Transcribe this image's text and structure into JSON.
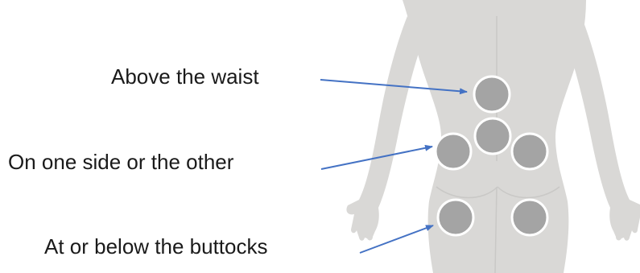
{
  "diagram": {
    "labels": {
      "above_waist": "Above the waist",
      "one_side": "On one side or the other",
      "below_buttocks": "At or below the buttocks"
    },
    "colors": {
      "body": "#d9d8d6",
      "body_shadow": "#c9c8c6",
      "circle_fill": "#a4a4a4",
      "circle_stroke": "#ffffff",
      "arrow": "#4472c4"
    },
    "regions": [
      "above-waist",
      "one-side-left",
      "one-side-center",
      "one-side-right",
      "below-buttocks-left",
      "below-buttocks-right"
    ]
  }
}
